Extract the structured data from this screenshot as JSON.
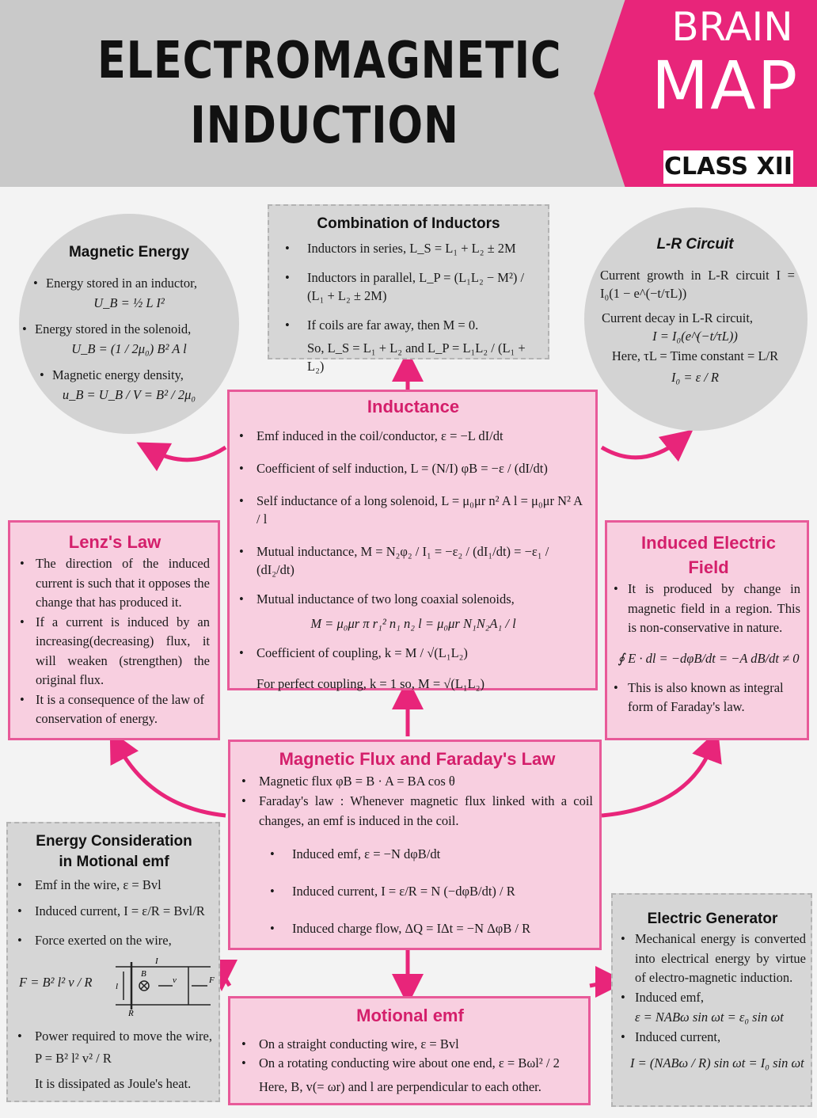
{
  "header": {
    "title_line1": "ELECTROMAGNETIC",
    "title_line2": "INDUCTION",
    "brain": "BRAIN",
    "map": "MAP",
    "class": "CLASS XII"
  },
  "colors": {
    "accent": "#e8257a",
    "pink_fill": "#f8cfe0",
    "heading_pink": "#d41f6b",
    "grey": "#d3d3d3"
  },
  "magnetic_energy": {
    "title": "Magnetic Energy",
    "b1": "Energy stored in an inductor,",
    "e1": "U_B = ½ L I²",
    "b2": "Energy stored in the solenoid,",
    "e2": "U_B = (1 / 2μ₀) B² A l",
    "b3": "Magnetic energy density,",
    "e3": "u_B = U_B / V = B² / 2μ₀"
  },
  "combination": {
    "title": "Combination of Inductors",
    "b1": "Inductors in series, L_S = L₁ + L₂ ± 2M",
    "b2": "Inductors in parallel, L_P = (L₁L₂ − M²) / (L₁ + L₂ ± 2M)",
    "b3": "If coils are far away, then M = 0.",
    "b4": "So, L_S = L₁ + L₂ and L_P = L₁L₂ / (L₁ + L₂)"
  },
  "lr_circuit": {
    "title": "L-R Circuit",
    "b1": "Current growth in L-R circuit I = I₀(1 − e^(−t/τL))",
    "b2": "Current decay in L-R circuit,",
    "e2": "I = I₀(e^(−t/τL))",
    "e3": "Here, τL = Time constant = L/R",
    "e4": "I₀ = ε / R"
  },
  "inductance": {
    "title": "Inductance",
    "b1": "Emf induced in the coil/conductor, ε = −L dI/dt",
    "b2": "Coefficient of self induction, L = (N/I) φB = −ε / (dI/dt)",
    "b3": "Self inductance of a long solenoid, L = μ₀μr n² A l = μ₀μr N² A / l",
    "b4": "Mutual inductance, M = N₂φ₂ / I₁ = −ε₂ / (dI₁/dt) = −ε₁ / (dI₂/dt)",
    "b5": "Mutual inductance of two long coaxial solenoids,",
    "e5": "M = μ₀μr π r₁² n₁ n₂ l = μ₀μr N₁N₂A₁ / l",
    "b6": "Coefficient of coupling, k = M / √(L₁L₂)",
    "b7": "For perfect coupling, k = 1 so, M = √(L₁L₂)"
  },
  "lenz": {
    "title": "Lenz's Law",
    "b1": "The direction of the induced current is such that it opposes the change that has produced it.",
    "b2": "If a current is induced by an increasing(decreasing) flux, it will weaken (strengthen) the original flux.",
    "b3": "It is a consequence of the law of conservation of energy."
  },
  "induced_field": {
    "title": "Induced Electric Field",
    "b1": "It is produced by change in magnetic field in a region. This is non-conservative in nature.",
    "e1": "∮ E · dl = −dφB/dt = −A dB/dt ≠ 0",
    "b2": "This is also known as integral form of Faraday's law."
  },
  "faraday": {
    "title": "Magnetic Flux and Faraday's Law",
    "b1": "Magnetic flux φB = B · A = BA cos θ",
    "b2": "Faraday's law : Whenever magnetic flux linked with a coil changes, an emf is induced in the coil.",
    "s1": "Induced emf, ε = −N dφB/dt",
    "s2": "Induced current, I = ε/R = N (−dφB/dt) / R",
    "s3": "Induced charge flow, ΔQ = IΔt = −N ΔφB / R"
  },
  "energy_motional": {
    "title1": "Energy Consideration",
    "title2": "in Motional emf",
    "b1": "Emf in the wire, ε = Bvl",
    "b2": "Induced current, I = ε/R = Bvl/R",
    "b3": "Force exerted on the wire,",
    "e3": "F = B² l² v / R",
    "b4": "Power required to move the wire, P = B² l² v² / R",
    "b5": "It is dissipated as Joule's heat.",
    "fig_I": "I",
    "fig_B": "B",
    "fig_v": "v",
    "fig_F": "F",
    "fig_R": "R",
    "fig_l": "l"
  },
  "motional": {
    "title": "Motional emf",
    "b1": "On a straight conducting wire, ε = Bvl",
    "b2": "On a rotating conducting wire about one end, ε = Bωl² / 2",
    "b3": "Here, B, v(= ωr) and l are perpendicular to each other."
  },
  "generator": {
    "title": "Electric Generator",
    "b1": "Mechanical energy is converted into electrical energy by virtue of electro-magnetic induction.",
    "b2": "Induced emf,",
    "e2": "ε = NABω sin ωt = ε₀ sin ωt",
    "b3": "Induced current,",
    "e3": "I = (NABω / R) sin ωt = I₀ sin ωt"
  }
}
